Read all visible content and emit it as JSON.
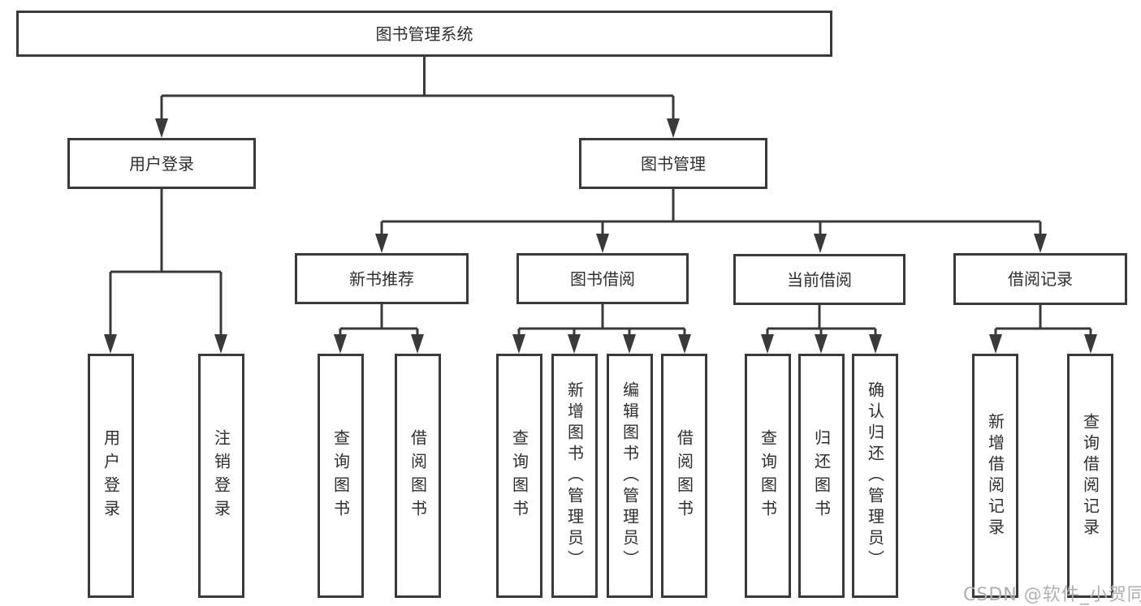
{
  "diagram_title": "图书管理系统",
  "labels": {
    "root": "图书管理系统",
    "userLogin": "用户登录",
    "bookMgmt": "图书管理",
    "newBookRec": "新书推荐",
    "bookBorrow": "图书借阅",
    "currentBorrow": "当前借阅",
    "borrowRecords": "借阅记录",
    "leafUserLogin": "用户登录",
    "leafLogout": "注销登录",
    "leafQueryBooksA": "查询图书",
    "leafBorrowBooksA": "借阅图书",
    "leafQueryBooksB": "查询图书",
    "leafAddBook": "新增图书（管理员）",
    "leafEditBook": "编辑图书（管理员）",
    "leafBorrowBooksB": "借阅图书",
    "leafQueryBooksC": "查询图书",
    "leafReturnBook": "归还图书",
    "leafConfirmReturn": "确认归还（管理员）",
    "leafAddBorrowRecord": "新增借阅记录",
    "leafQueryBorrowRecord": "查询借阅记录"
  },
  "hierarchy": {
    "图书管理系统": {
      "用户登录": [
        "用户登录",
        "注销登录"
      ],
      "图书管理": {
        "新书推荐": [
          "查询图书",
          "借阅图书"
        ],
        "图书借阅": [
          "查询图书",
          "新增图书（管理员）",
          "编辑图书（管理员）",
          "借阅图书"
        ],
        "当前借阅": [
          "查询图书",
          "归还图书",
          "确认归还（管理员）"
        ],
        "借阅记录": [
          "新增借阅记录",
          "查询借阅记录"
        ]
      }
    }
  },
  "watermark": "CSDN @软件_小贺同学",
  "colors": {
    "line": "#3a3a3a",
    "box_border": "#3a3a3a",
    "box_fill": "#ffffff",
    "text": "#2e2e2e",
    "watermark": "#b2aeae",
    "background": "#ffffff"
  }
}
